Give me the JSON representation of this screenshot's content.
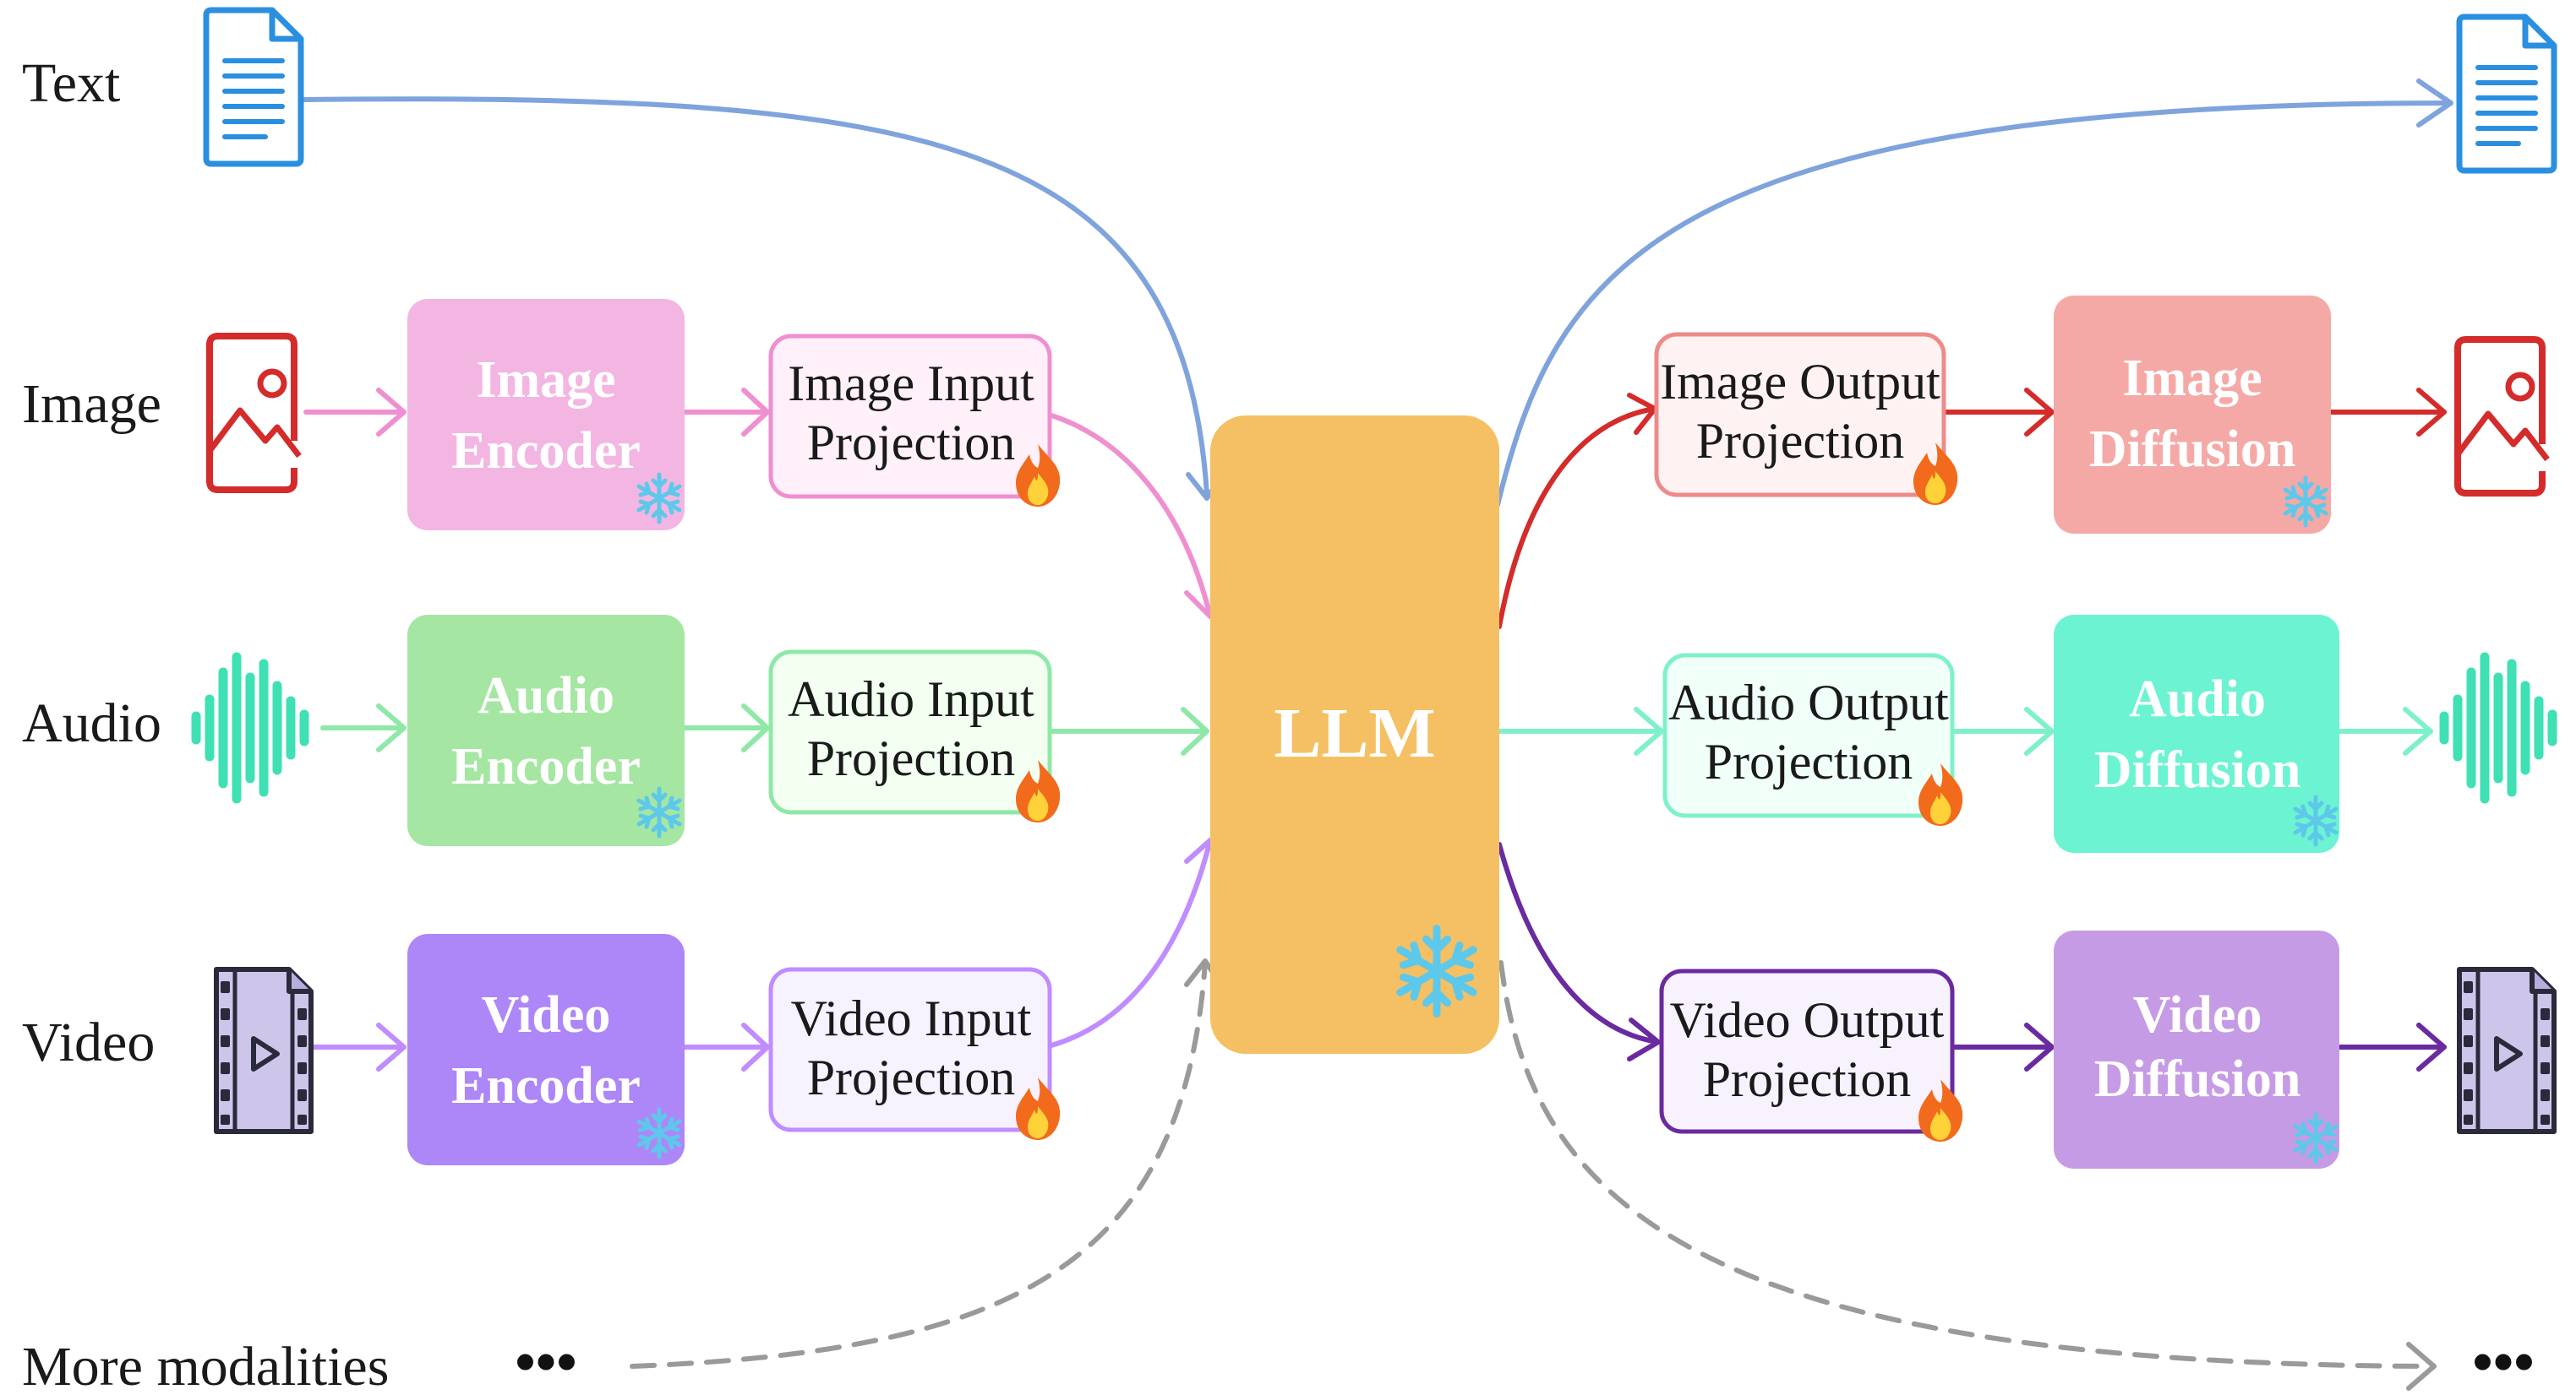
{
  "rows": {
    "text": {
      "label": "Text"
    },
    "image": {
      "label": "Image",
      "encoder": [
        "Image",
        "Encoder"
      ],
      "input_projection": [
        "Image Input",
        "Projection"
      ],
      "output_projection": [
        "Image Output",
        "Projection"
      ],
      "diffusion": [
        "Image",
        "Diffusion"
      ]
    },
    "audio": {
      "label": "Audio",
      "encoder": [
        "Audio",
        "Encoder"
      ],
      "input_projection": [
        "Audio Input",
        "Projection"
      ],
      "output_projection": [
        "Audio Output",
        "Projection"
      ],
      "diffusion": [
        "Audio",
        "Diffusion"
      ]
    },
    "video": {
      "label": "Video",
      "encoder": [
        "Video",
        "Encoder"
      ],
      "input_projection": [
        "Video Input",
        "Projection"
      ],
      "output_projection": [
        "Video Output",
        "Projection"
      ],
      "diffusion": [
        "Video",
        "Diffusion"
      ]
    },
    "more": {
      "label": "More modalities",
      "ellipsis_in": "•••",
      "ellipsis_out": "•••"
    }
  },
  "llm": {
    "label": "LLM"
  },
  "colors": {
    "text": "#7fa3dc",
    "image_in": "#f08fd0",
    "image_out": "#d42b2b",
    "audio": "#8fe8a8",
    "audio_out": "#7ff0cc",
    "video_in": "#c08cff",
    "video_out": "#6a2aa0",
    "more": "#9a9a9a",
    "llm": "#f5c063"
  }
}
